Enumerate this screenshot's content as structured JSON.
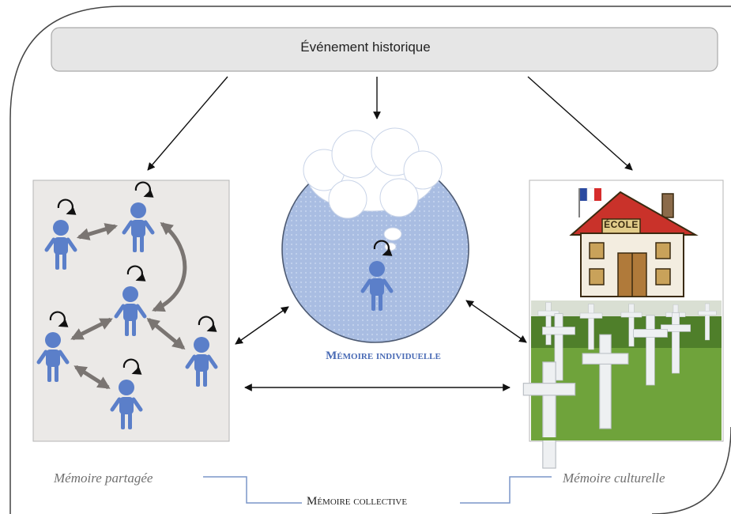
{
  "event": {
    "label": "Événement historique"
  },
  "individual_memory": {
    "label": "Mémoire individuelle"
  },
  "shared_memory": {
    "label": "Mémoire partagée"
  },
  "cultural_memory": {
    "label": "Mémoire culturelle",
    "school_sign": "ÉCOLE"
  },
  "collective_memory": {
    "label": "Mémoire collective"
  },
  "colors": {
    "person": "#5b7fc9",
    "individual_circle": "#a8bde0",
    "individual_label": "#4a6bb5",
    "event_box": "#e6e6e6",
    "panel": "#ebe9e7",
    "bracket": "#7a96c8",
    "grass": "#6fa33b",
    "school_roof": "#c9322a",
    "arrow": "#111111",
    "link": "#7a7572"
  },
  "icons": [
    "person-icon",
    "cycle-arrow-icon",
    "thought-cloud-icon",
    "school-icon",
    "french-flag-icon",
    "cross-icon"
  ]
}
